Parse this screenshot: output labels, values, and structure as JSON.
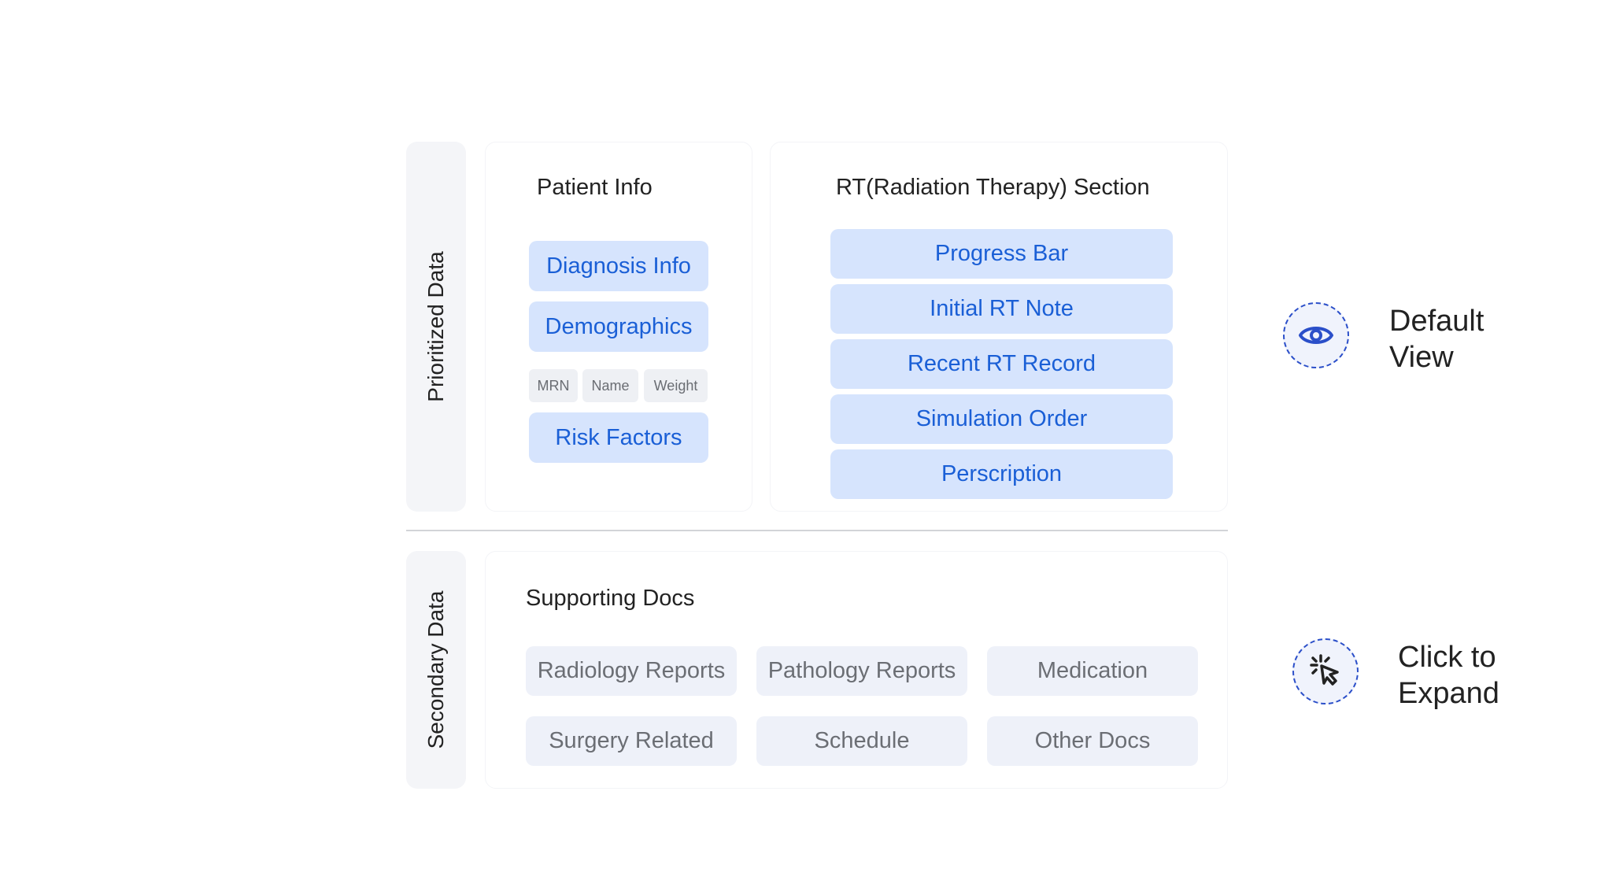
{
  "prioritized": {
    "label": "Prioritized Data",
    "patient_info": {
      "title": "Patient Info",
      "diagnosis": "Diagnosis Info",
      "demographics": "Demographics",
      "fields": [
        "MRN",
        "Name",
        "Weight"
      ],
      "risk": "Risk Factors"
    },
    "rt_section": {
      "title": "RT(Radiation Therapy) Section",
      "items": [
        "Progress Bar",
        "Initial RT Note",
        "Recent RT Record",
        "Simulation Order",
        "Perscription"
      ]
    }
  },
  "secondary": {
    "label": "Secondary Data",
    "supporting_docs": {
      "title": "Supporting Docs",
      "items": [
        "Radiology Reports",
        "Pathology Reports",
        "Medication",
        "Surgery Related",
        "Schedule",
        "Other Docs"
      ]
    }
  },
  "legend": {
    "default_view": {
      "line1": "Default",
      "line2": "View",
      "icon": "eye-icon"
    },
    "click_expand": {
      "line1": "Click to",
      "line2": "Expand",
      "icon": "click-cursor-icon"
    }
  },
  "colors": {
    "chip_blue_bg": "#d6e4fd",
    "chip_blue_text": "#1a5fd6",
    "chip_grey_bg": "#eef1f9",
    "icon_accent": "#2b4fc9"
  }
}
